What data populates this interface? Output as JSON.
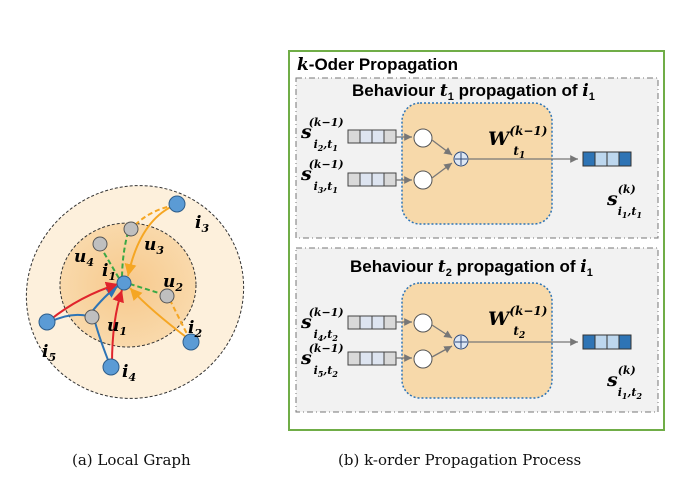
{
  "captions": {
    "a": "(a)  Local Graph",
    "b": "(b)  k-order Propagation Process"
  },
  "graph": {
    "users": {
      "u1": "u",
      "u1_sub": "1",
      "u2": "u",
      "u2_sub": "2",
      "u3": "u",
      "u3_sub": "3",
      "u4": "u",
      "u4_sub": "4"
    },
    "items": {
      "i1": "i",
      "i1_sub": "1",
      "i2": "i",
      "i2_sub": "2",
      "i3": "i",
      "i3_sub": "3",
      "i4": "i",
      "i4_sub": "4",
      "i5": "i",
      "i5_sub": "5"
    }
  },
  "panel": {
    "title_k": "k",
    "title_rest": "-Oder Propagation",
    "b1": {
      "title_pre": "Behaviour ",
      "t": "t",
      "t_sub": "1",
      "title_mid": " propagation of ",
      "i": "i",
      "i_sub": "1"
    },
    "b2": {
      "title_pre": "Behaviour ",
      "t": "t",
      "t_sub": "2",
      "title_mid": " propagation of ",
      "i": "i",
      "i_sub": "1"
    },
    "s": "s",
    "sup_k1": "(k−1)",
    "sup_k": "(k)",
    "W": "W",
    "in1a_sub": "i",
    "in1a_subsub": "2",
    "in1a_t": "t",
    "in1a_tsub": "1",
    "in1b_subsub": "3",
    "in2a_subsub": "4",
    "in2b_subsub": "5",
    "w1_sub": "t",
    "w1_subsub": "1",
    "w2_sub": "t",
    "w2_subsub": "2",
    "out1_subsub": "1",
    "out1_tsub": "1",
    "out2_subsub": "1",
    "out2_tsub": "2",
    "plus": "+"
  },
  "colors": {
    "node_item": "#5b9bd5",
    "node_user": "#bfbfbf",
    "edge_blue": "#2e74b5",
    "edge_red": "#e0242c",
    "edge_orange": "#f5a623",
    "edge_green": "#3aa845",
    "panel_border": "#70ad47",
    "block_fill": "#f7d9aa"
  }
}
